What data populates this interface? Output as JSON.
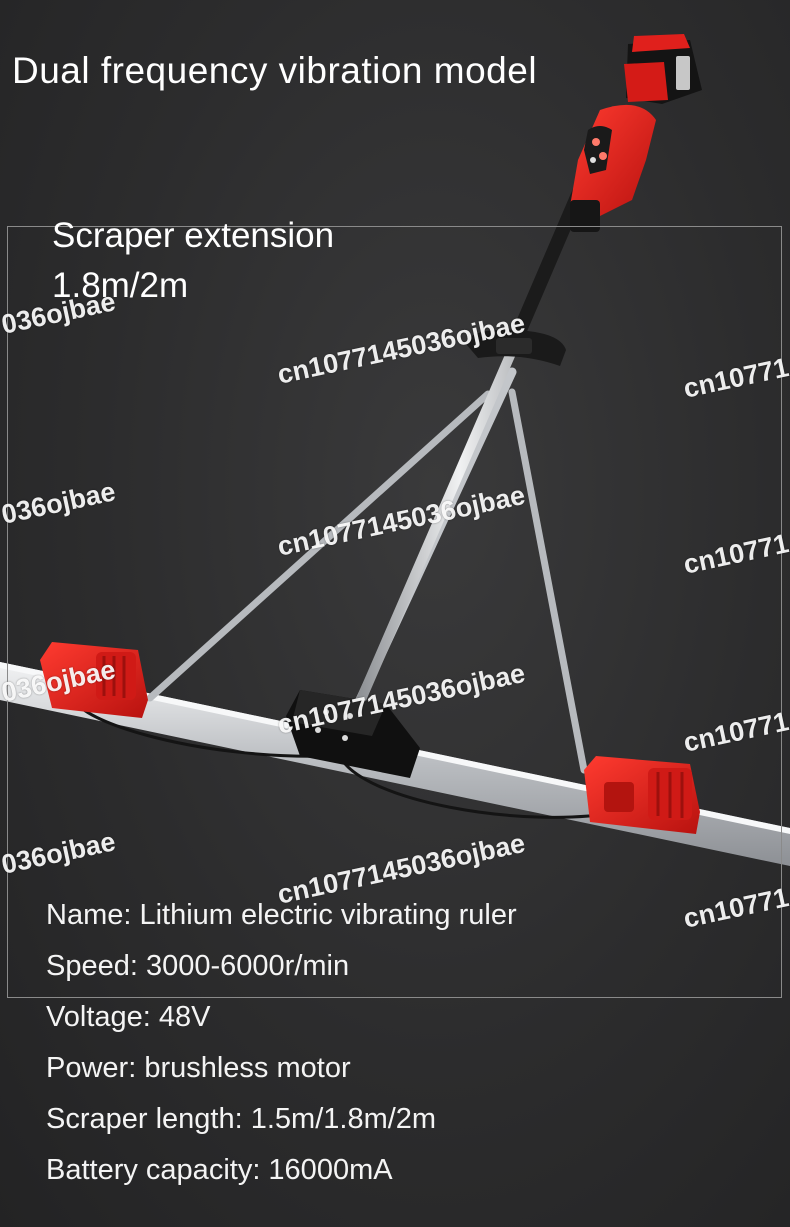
{
  "headline": "Dual frequency vibration model",
  "extension": {
    "title": "Scraper extension",
    "value": "1.8m/2m"
  },
  "watermarks": {
    "full": "cn1077145036ojbae",
    "left_fragment": "036ojbae",
    "right_fragment": "cn10771"
  },
  "specs": [
    "Name: Lithium electric vibrating ruler",
    "Speed: 3000-6000r/min",
    "Voltage: 48V",
    "Power: brushless motor",
    "Scraper length: 1.5m/1.8m/2m",
    "Battery capacity: 16000mA"
  ],
  "colors": {
    "background": "#2c2c2d",
    "product_red": "#e0201c",
    "battery_black": "#1a1a1a",
    "pole_silver": "#c9ccd0"
  }
}
